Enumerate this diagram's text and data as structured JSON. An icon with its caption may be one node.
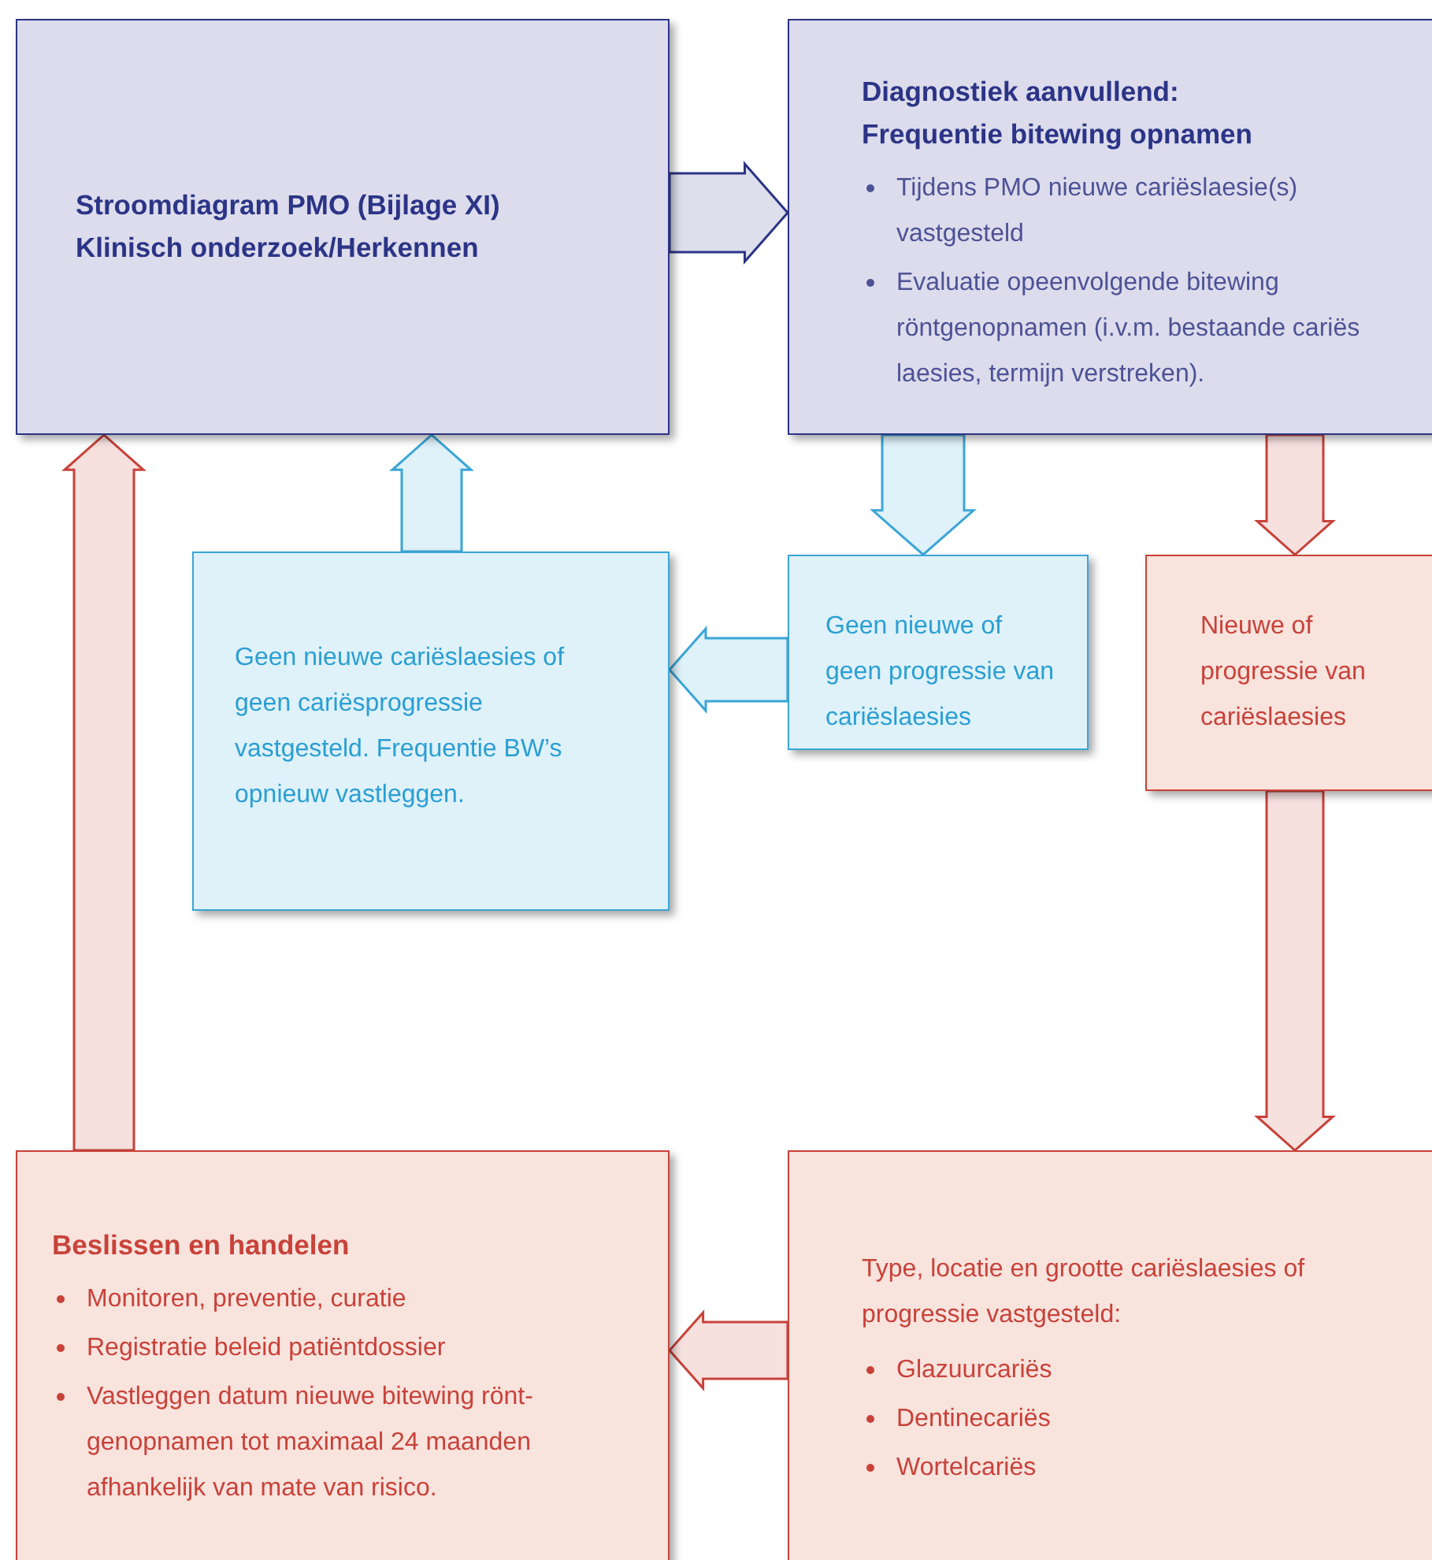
{
  "diagram": {
    "nodes": [
      {
        "text": [
          "Stroomdiagram PMO (Bijlage XI) Klinisch onderzoek/Herkennen"
        ]
      },
      {
        "text": [
          "Diagnostiek aanvullend: Frequentie bitewing opnamen",
          "Tijdens PMO nieuwe cariëslaesie(s) vastgesteld",
          "Evaluatie opeenvolgende bitewing röntgenopnamen (i.v.m. bestaande cariës laesies, termijn verstreken)."
        ]
      },
      {
        "text": [
          "Geen nieuwe cariëslaesies of geen cariësprogressie vastgesteld. Frequentie BW’s opnieuw vastleggen."
        ]
      },
      {
        "text": [
          "Geen nieuwe of geen progressie van cariëslaesies"
        ]
      },
      {
        "text": [
          "Nieuwe of progressie van cariëslaesies"
        ]
      },
      {
        "text": [
          "Beslissen en handelen",
          "Monitoren, preventie, curatie",
          "Registratie beleid patiëntdossier",
          "Vastleggen datum nieuwe bitewing rönt- genopnamen tot maximaal 24 maanden afhankelijk van mate van risico."
        ]
      },
      {
        "text": [
          "Type, locatie en grootte cariëslaesies of progressie vastgesteld:",
          "Glazuurcariës",
          "Dentinecariës",
          "Wortelcariës"
        ]
      }
    ],
    "edges": [
      {
        "from": 0,
        "to": 1,
        "arrow": "to",
        "color": "#2b3486"
      },
      {
        "from": 1,
        "to": 3,
        "arrow": "to",
        "color": "#3aa6d8"
      },
      {
        "from": 1,
        "to": 4,
        "arrow": "to",
        "color": "#c8423a"
      },
      {
        "from": 3,
        "to": 2,
        "arrow": "to",
        "color": "#3aa6d8"
      },
      {
        "from": 2,
        "to": 0,
        "arrow": "to",
        "color": "#3aa6d8"
      },
      {
        "from": 4,
        "to": 6,
        "arrow": "to",
        "color": "#c8423a"
      },
      {
        "from": 6,
        "to": 5,
        "arrow": "to",
        "color": "#c8423a"
      },
      {
        "from": 5,
        "to": 0,
        "arrow": "to",
        "color": "#c8423a"
      }
    ]
  }
}
